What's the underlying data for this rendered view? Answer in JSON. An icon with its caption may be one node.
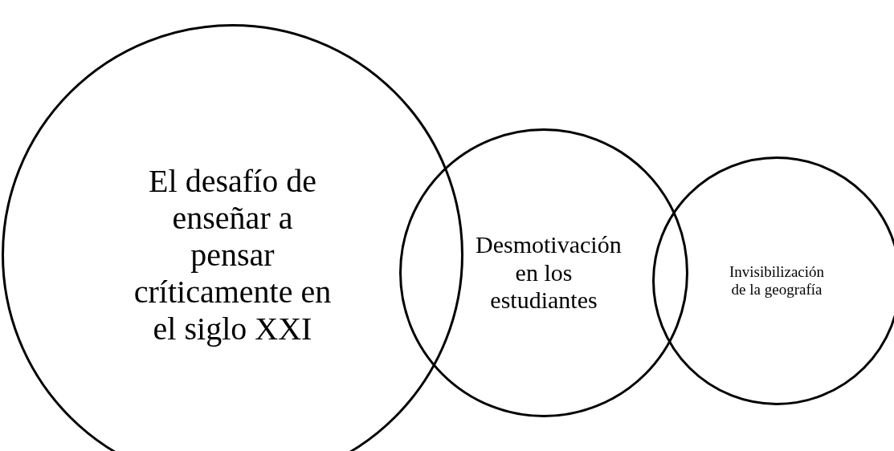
{
  "diagram": {
    "nodes": [
      {
        "text": [
          "El desafío de enseñar a pensar críticamente en el siglo XXI"
        ]
      },
      {
        "text": [
          "Desmotivación en los estudiantes"
        ]
      },
      {
        "text": [
          "Invisibilización de la geografía"
        ]
      }
    ],
    "edges": []
  }
}
